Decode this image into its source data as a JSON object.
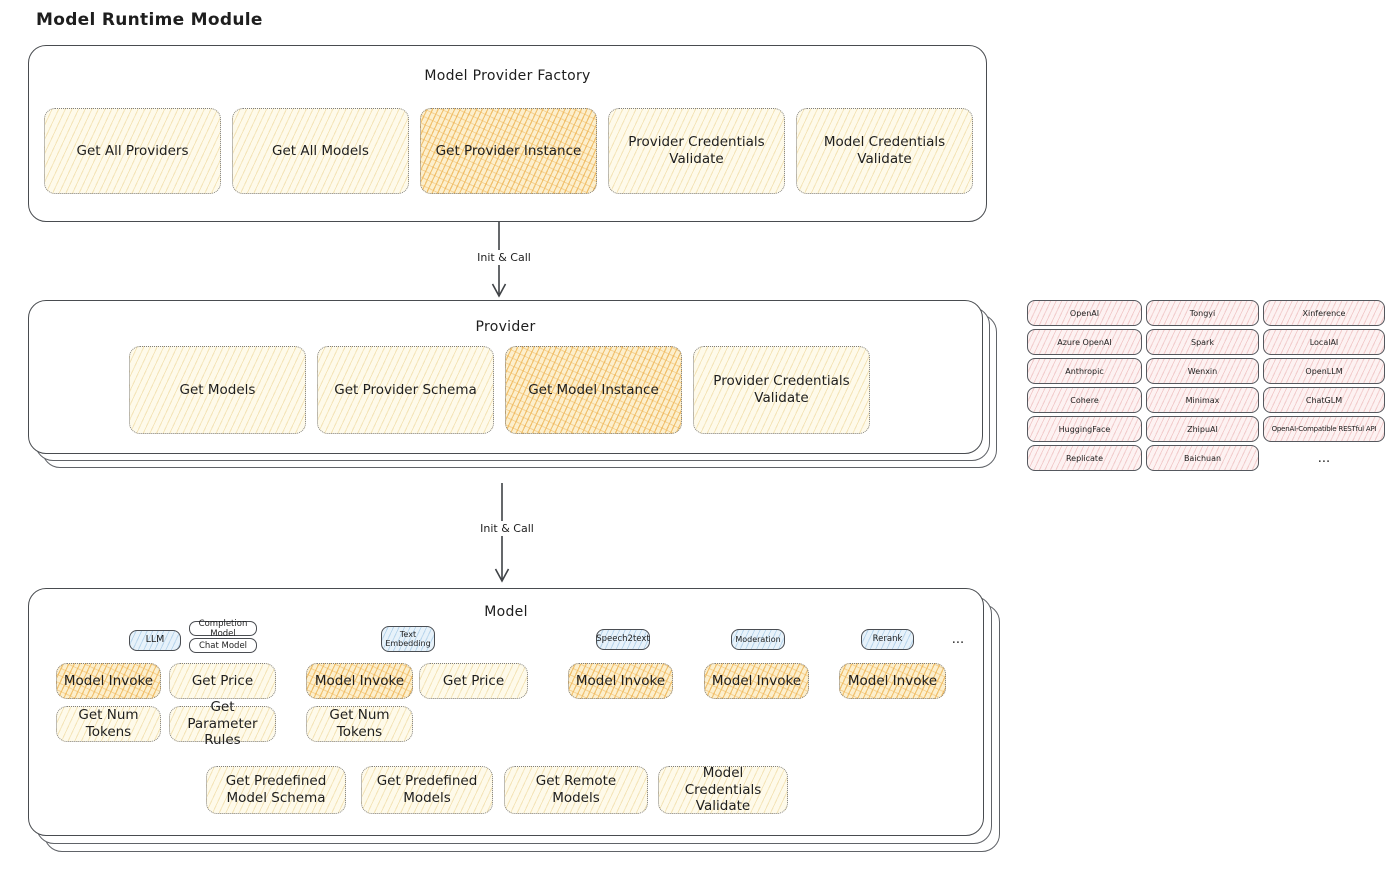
{
  "title": "Model Runtime Module",
  "colors": {
    "yellow_fill": "#fefaea",
    "orange_fill": "#fcefcd",
    "pink_fill": "#fdf2f2",
    "blue_fill": "#e7f2fa",
    "stroke": "#494c50"
  },
  "arrows": {
    "init_call_1": "Init & Call",
    "init_call_2": "Init & Call"
  },
  "factory": {
    "title": "Model Provider Factory",
    "items": [
      {
        "label": "Get All Providers",
        "highlight": false
      },
      {
        "label": "Get All Models",
        "highlight": false
      },
      {
        "label": "Get Provider Instance",
        "highlight": true
      },
      {
        "label": "Provider Credentials Validate",
        "highlight": false
      },
      {
        "label": "Model Credentials Validate",
        "highlight": false
      }
    ]
  },
  "provider": {
    "title": "Provider",
    "items": [
      {
        "label": "Get Models",
        "highlight": false
      },
      {
        "label": "Get Provider Schema",
        "highlight": false
      },
      {
        "label": "Get Model Instance",
        "highlight": true
      },
      {
        "label": "Provider Credentials Validate",
        "highlight": false
      }
    ]
  },
  "providers": {
    "rows": [
      [
        "OpenAI",
        "Tongyi",
        "Xinference"
      ],
      [
        "Azure OpenAI",
        "Spark",
        "LocalAI"
      ],
      [
        "Anthropic",
        "Wenxin",
        "OpenLLM"
      ],
      [
        "Cohere",
        "Minimax",
        "ChatGLM"
      ],
      [
        "HuggingFace",
        "ZhipuAI",
        "OpenAI-Compatible RESTful API"
      ],
      [
        "Replicate",
        "Baichuan"
      ]
    ],
    "more": "..."
  },
  "model": {
    "title": "Model",
    "chips": [
      {
        "label": "LLM"
      },
      {
        "label": "Completion Model"
      },
      {
        "label": "Chat Model"
      },
      {
        "label": "Text Embedding"
      },
      {
        "label": "Speech2text"
      },
      {
        "label": "Moderation"
      },
      {
        "label": "Rerank"
      }
    ],
    "more": "...",
    "actions": [
      {
        "label": "Model Invoke",
        "highlight": true
      },
      {
        "label": "Get Price",
        "highlight": false
      },
      {
        "label": "Get Num Tokens",
        "highlight": false
      },
      {
        "label": "Get Parameter Rules",
        "highlight": false
      },
      {
        "label": "Model Invoke",
        "highlight": true
      },
      {
        "label": "Get Price",
        "highlight": false
      },
      {
        "label": "Get Num Tokens",
        "highlight": false
      },
      {
        "label": "Model Invoke",
        "highlight": true
      },
      {
        "label": "Model Invoke",
        "highlight": true
      },
      {
        "label": "Model Invoke",
        "highlight": true
      }
    ],
    "shared_actions": [
      {
        "label": "Get Predefined Model Schema"
      },
      {
        "label": "Get Predefined Models"
      },
      {
        "label": "Get Remote Models"
      },
      {
        "label": "Model Credentials Validate"
      }
    ]
  }
}
